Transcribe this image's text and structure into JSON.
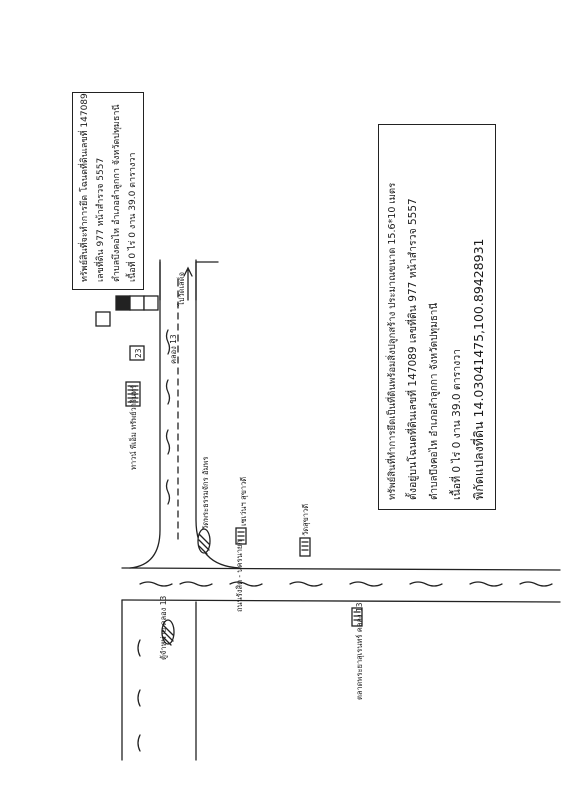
{
  "top_legend": {
    "line1": "ทรัพย์สินที่จะทำการยึด โฉนดที่ดินเลขที่ 147089",
    "line2": "เลขที่ดิน 977 หน้าสำรวจ 5557",
    "line3": "ตำบลบึงคอไห อำเภอลำลูกกา จังหวัดปทุมธานี",
    "line4": "เนื้อที่ 0 ไร่ 0 งาน 39.0 ตารางวา"
  },
  "main_legend": {
    "line1": "ทรัพย์สินที่ทำการยึดเป็นที่ดินพร้อมสิ่งปลูกสร้าง ประมาณขนาด 15.6*10 เมตร",
    "line2": "ตั้งอยู่บนโฉนดที่ดินเลขที่ 147089 เลขที่ดิน 977 หน้าสำรวจ 5557",
    "line3": "ตำบลบึงคอไห อำเภอลำลูกกา จังหวัดปทุมธานี",
    "line4": "เนื้อที่ 0 ไร่ 0 งาน 39.0 ตารางวา",
    "line5": "พิกัดแปลงที่ดิน 14.03041475,100.89428931"
  },
  "map_labels": {
    "soi_13": "คลอง 13",
    "soi_13_b": "คลอง 13",
    "village": "ทาวน์ พีเอ็ม ทรัพย์วารินทร์",
    "temple": "วัดพระธรรมจักร อัมพร",
    "shop1": "เซเว่นฯ สุขาวดี",
    "shop2": "วัดสุขาวดี",
    "main_road": "ถนนรังสิต - นครนายก",
    "left_top": "ตู้จำหน่าย คลอง 13",
    "left_bottom": "ตลาดพระยาสุเรนทร์ คลอง 13",
    "arrow_text": "ไปวัดเสด็จ",
    "soi_no": "23"
  }
}
